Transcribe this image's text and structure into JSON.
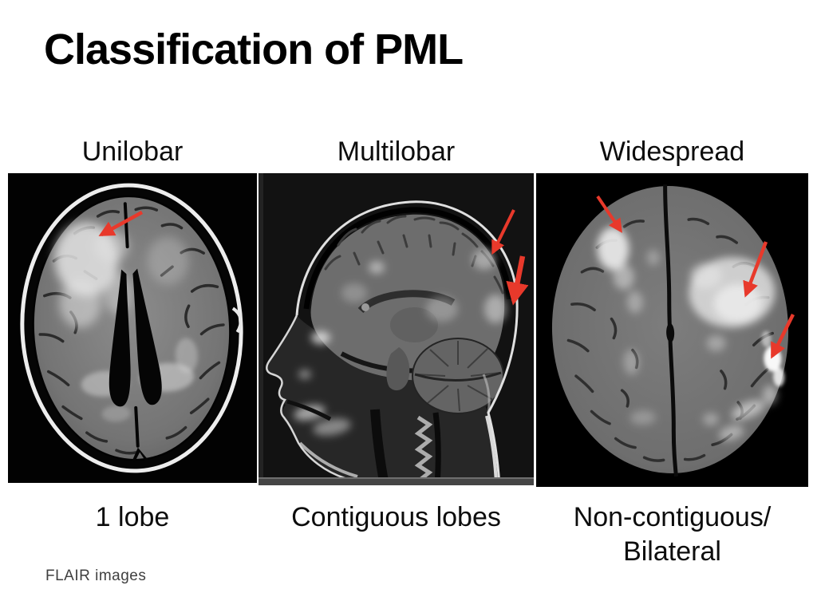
{
  "slide": {
    "title": "Classification of PML",
    "footer_note": "FLAIR images"
  },
  "columns": [
    {
      "label": "Unilobar",
      "caption_line1": "1 lobe"
    },
    {
      "label": "Multilobar",
      "caption_line1": "Contiguous lobes"
    },
    {
      "label": "Widespread",
      "caption_line1": "Non-contiguous/",
      "caption_line2": "Bilateral"
    }
  ],
  "colors": {
    "arrow": "#e8392b"
  }
}
